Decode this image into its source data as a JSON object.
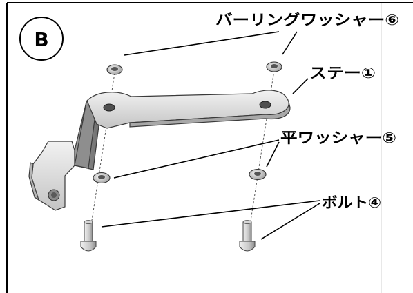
{
  "section_badge": "B",
  "callouts": {
    "burring_washer": "バーリングワッシャー⑥",
    "stay": "ステー①",
    "flat_washer": "平ワッシャー⑤",
    "bolt": "ボルト④"
  },
  "colors": {
    "frame": "#000000",
    "part_light": "#d9d9d9",
    "part_mid": "#a9a9a9",
    "part_dark": "#6f6f6f",
    "right_border": "#d0d0d0"
  }
}
